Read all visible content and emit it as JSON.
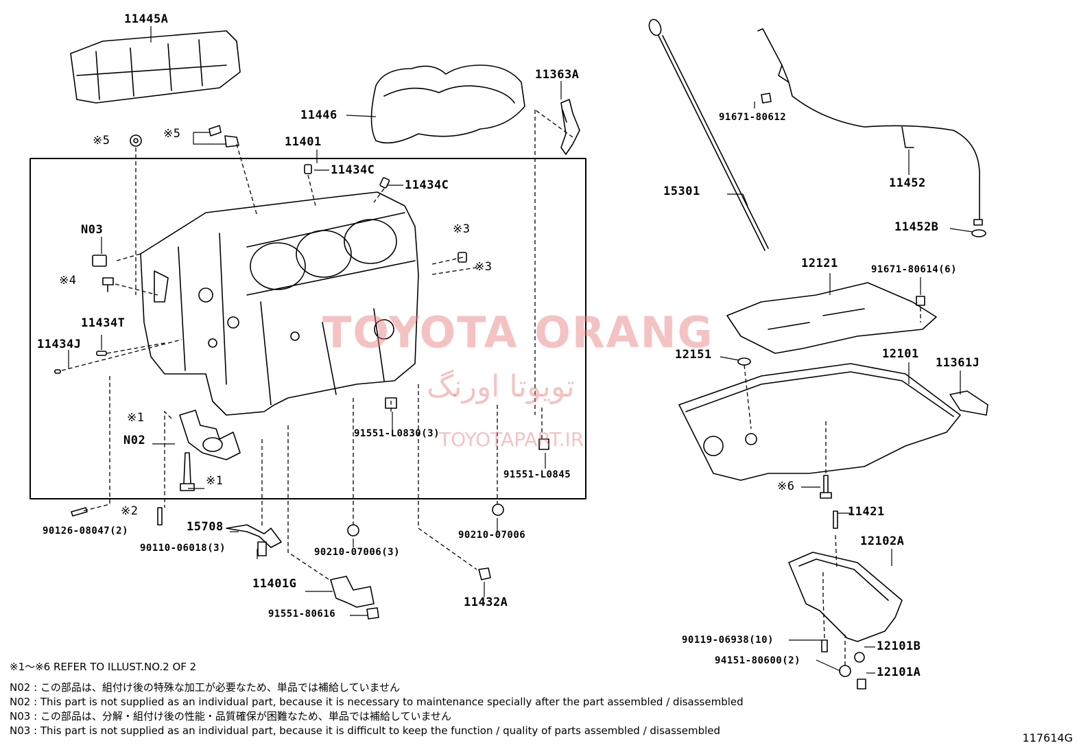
{
  "labels": {
    "p11445A": "11445A",
    "p11446": "11446",
    "p11363A": "11363A",
    "p11401": "11401",
    "ref5a": "※5",
    "ref5b": "※5",
    "p11434C_1": "11434C",
    "p11434C_2": "11434C",
    "n03": "N03",
    "ref3a": "※3",
    "ref3b": "※3",
    "ref4": "※4",
    "p11434T": "11434T",
    "p11434J": "11434J",
    "ref1a": "※1",
    "n02": "N02",
    "ref1b": "※1",
    "p91551L0830": "91551-L0830(3)",
    "p91551L0845": "91551-L0845",
    "ref2": "※2",
    "p9012608047": "90126-08047(2)",
    "p15708": "15708",
    "p9011006018": "90110-06018(3)",
    "p9021007006_3": "90210-07006(3)",
    "p9021007006": "90210-07006",
    "p11401G": "11401G",
    "p9155180616": "91551-80616",
    "p11432A": "11432A",
    "p15301": "15301",
    "p9167180612": "91671-80612",
    "p11452": "11452",
    "p11452B": "11452B",
    "p12121": "12121",
    "p9167180614": "91671-80614(6)",
    "p12151": "12151",
    "p12101": "12101",
    "p11361J": "11361J",
    "ref6": "※6",
    "p11421": "11421",
    "p12102A": "12102A",
    "p9011906938": "90119-06938(10)",
    "p12101B": "12101B",
    "p9415180600": "94151-80600(2)",
    "p12101A": "12101A"
  },
  "notes": [
    "※1～※6  REFER TO ILLUST.NO.2 OF 2",
    "N02 : この部品は、組付け後の特殊な加工が必要なため、単品では補給していません",
    "N02 : This part is not supplied as an individual part, because it is necessary to maintenance specially after the part assembled / disassembled",
    "N03 : この部品は、分解・組付け後の性能・品質確保が困難なため、単品では補給していません",
    "N03 : This part is not supplied as an individual part, because it is difficult to keep the function / quality of parts  assembled / disassembled"
  ],
  "watermark": {
    "brand": "TOYOTA ORANG",
    "persian": "تویوتا اورنگ",
    "site": "TOYOTAPART.IR",
    "color": "#e67878"
  },
  "illustration_code": "117614G"
}
